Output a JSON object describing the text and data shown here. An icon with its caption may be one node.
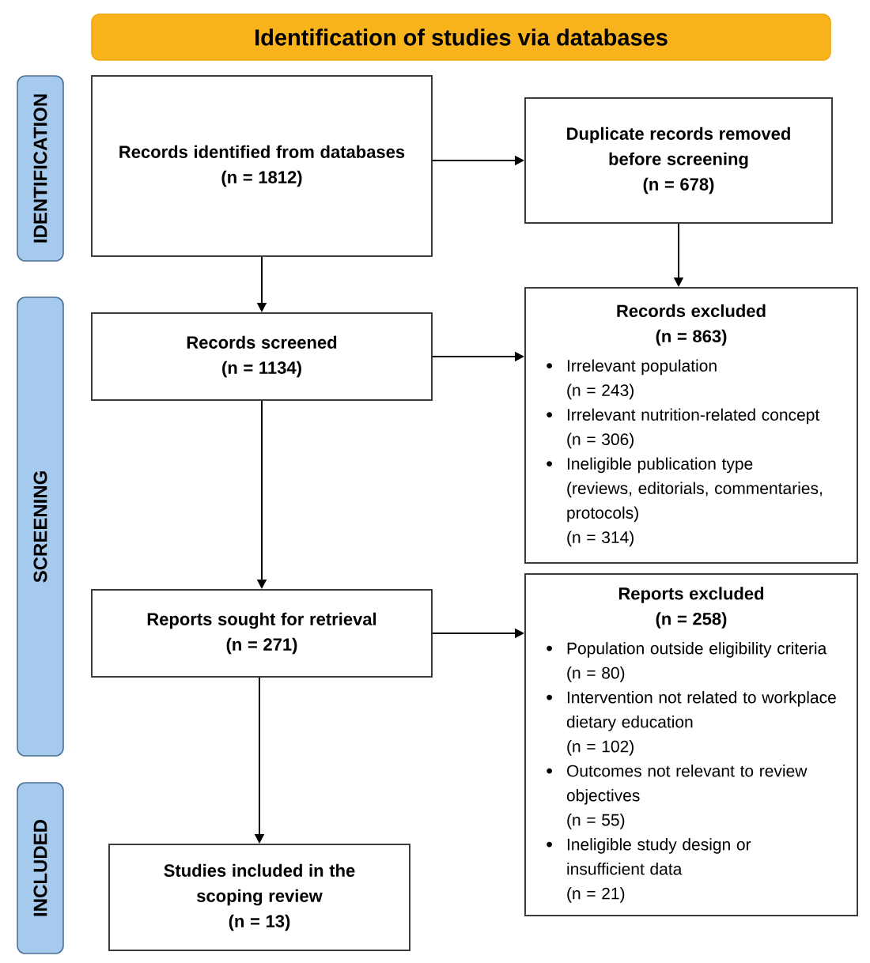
{
  "diagram": {
    "nodes": [
      {
        "text": [
          "Identification of studies via databases"
        ]
      },
      {
        "text": [
          "IDENTIFICATION"
        ]
      },
      {
        "text": [
          "Records identified from databases (n = 1812)"
        ]
      },
      {
        "text": [
          "Duplicate records removed before screening (n = 678)"
        ]
      },
      {
        "text": [
          "SCREENING"
        ]
      },
      {
        "text": [
          "Records screened (n = 1134)"
        ]
      },
      {
        "text": [
          "Records excluded (n = 863)",
          "Irrelevant population (n = 243)",
          "Irrelevant nutrition-related concept (n = 306)",
          "Ineligible publication type (reviews, editorials, commentaries, protocols) (n = 314)"
        ]
      },
      {
        "text": [
          "Reports sought for retrieval (n = 271)"
        ]
      },
      {
        "text": [
          "Reports excluded (n = 258)",
          "Population outside eligibility criteria (n = 80)",
          "Intervention not related to workplace dietary education (n = 102)",
          "Outcomes not relevant to review objectives (n = 55)",
          "Ineligible study design or insufficient data (n = 21)"
        ]
      },
      {
        "text": [
          "INCLUDED"
        ]
      },
      {
        "text": [
          "Studies included in the scoping review (n = 13)"
        ]
      }
    ],
    "edges": [
      {
        "from": 2,
        "to": 3,
        "arrow": "to"
      },
      {
        "from": 3,
        "to": 6,
        "arrow": "to"
      },
      {
        "from": 2,
        "to": 5,
        "arrow": "to"
      },
      {
        "from": 5,
        "to": 6,
        "arrow": "to"
      },
      {
        "from": 5,
        "to": 7,
        "arrow": "to"
      },
      {
        "from": 7,
        "to": 8,
        "arrow": "to"
      },
      {
        "from": 7,
        "to": 10,
        "arrow": "to"
      }
    ]
  }
}
